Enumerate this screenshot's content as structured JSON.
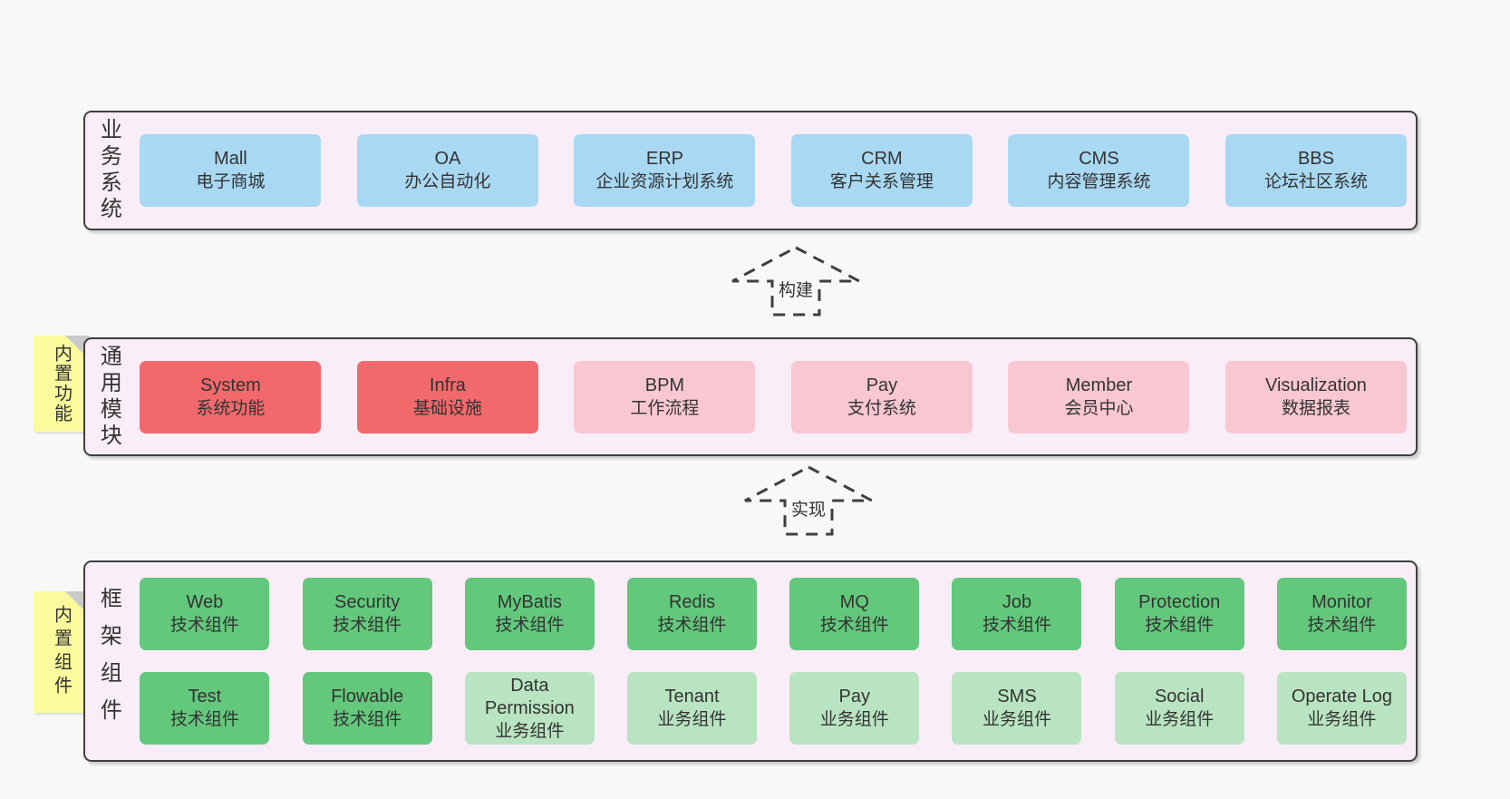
{
  "colors": {
    "bg": "#f8f8f8",
    "layerBg": "#f9edf7",
    "border": "#3f3f3f",
    "text": "#333333",
    "blue": "#a8d8f2",
    "red": "#f2696c",
    "pink": "#f9c7d2",
    "green": "#63c87c",
    "lightGreen": "#b9e4c1",
    "yellow": "#fbfb9e",
    "fold": "#c9c9c9"
  },
  "business": {
    "label": "业务系统",
    "boxes": [
      {
        "en": "Mall",
        "zh": "电子商城"
      },
      {
        "en": "OA",
        "zh": "办公自动化"
      },
      {
        "en": "ERP",
        "zh": "企业资源计划系统"
      },
      {
        "en": "CRM",
        "zh": "客户关系管理"
      },
      {
        "en": "CMS",
        "zh": "内容管理系统"
      },
      {
        "en": "BBS",
        "zh": "论坛社区系统"
      }
    ]
  },
  "modules": {
    "sticky": "内置功能",
    "label": "通用模块",
    "boxes": [
      {
        "en": "System",
        "zh": "系统功能"
      },
      {
        "en": "Infra",
        "zh": "基础设施"
      },
      {
        "en": "BPM",
        "zh": "工作流程"
      },
      {
        "en": "Pay",
        "zh": "支付系统"
      },
      {
        "en": "Member",
        "zh": "会员中心"
      },
      {
        "en": "Visualization",
        "zh": "数据报表"
      }
    ]
  },
  "components": {
    "sticky": "内置组件",
    "label": "框架组件",
    "row1": [
      {
        "en": "Web",
        "zh": "技术组件"
      },
      {
        "en": "Security",
        "zh": "技术组件"
      },
      {
        "en": "MyBatis",
        "zh": "技术组件"
      },
      {
        "en": "Redis",
        "zh": "技术组件"
      },
      {
        "en": "MQ",
        "zh": "技术组件"
      },
      {
        "en": "Job",
        "zh": "技术组件"
      },
      {
        "en": "Protection",
        "zh": "技术组件"
      },
      {
        "en": "Monitor",
        "zh": "技术组件"
      }
    ],
    "row2": [
      {
        "en": "Test",
        "zh": "技术组件"
      },
      {
        "en": "Flowable",
        "zh": "技术组件"
      },
      {
        "en": "Data Permission",
        "zh": "业务组件"
      },
      {
        "en": "Tenant",
        "zh": "业务组件"
      },
      {
        "en": "Pay",
        "zh": "业务组件"
      },
      {
        "en": "SMS",
        "zh": "业务组件"
      },
      {
        "en": "Social",
        "zh": "业务组件"
      },
      {
        "en": "Operate Log",
        "zh": "业务组件"
      }
    ]
  },
  "arrows": {
    "build": "构建",
    "implement": "实现"
  }
}
